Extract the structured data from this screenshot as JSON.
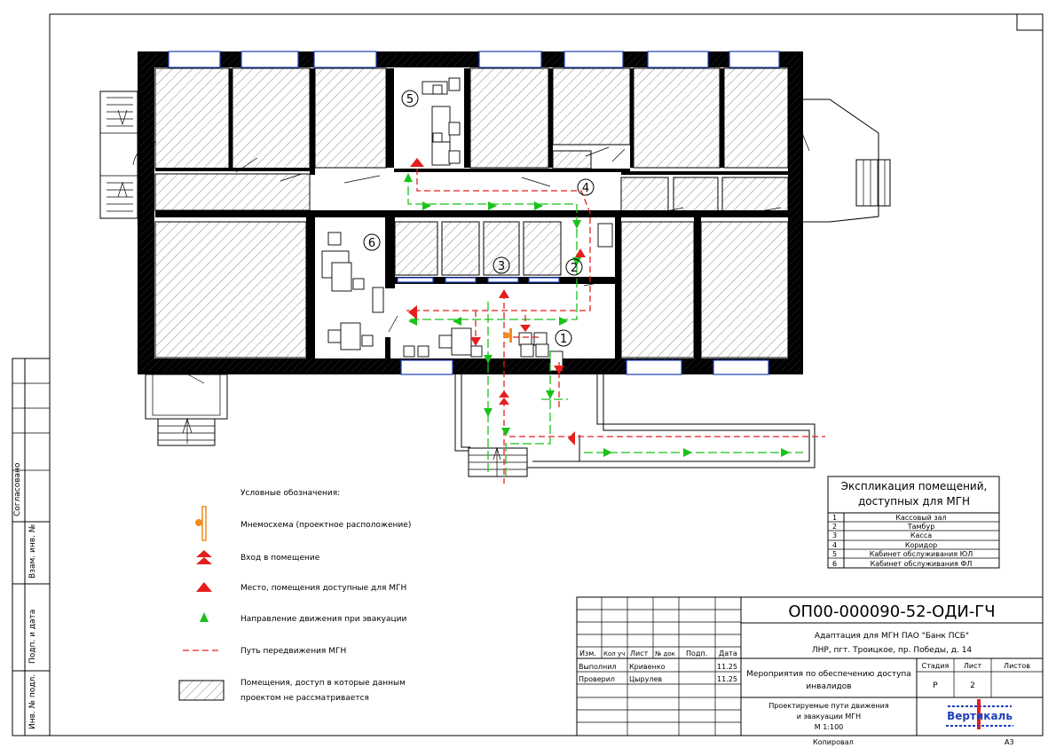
{
  "legend": {
    "title": "Условные обозначения:",
    "items": [
      {
        "label": "Мнемосхема (проектное расположение)"
      },
      {
        "label": "Вход в помещение"
      },
      {
        "label": "Место, помещения доступные для МГН"
      },
      {
        "label": "Направление движения при эвакуации"
      },
      {
        "label": "Путь передвижения МГН"
      },
      {
        "label": "Помещения, доступ в которые данным",
        "label2": "проектом не рассматривается"
      }
    ]
  },
  "explication": {
    "title_line1": "Экспликация помещений,",
    "title_line2": "доступных для МГН",
    "rows": [
      {
        "num": "1",
        "name": "Кассовый зал"
      },
      {
        "num": "2",
        "name": "Тамбур"
      },
      {
        "num": "3",
        "name": "Касса"
      },
      {
        "num": "4",
        "name": "Коридор"
      },
      {
        "num": "5",
        "name": "Кабинет обслуживания ЮЛ"
      },
      {
        "num": "6",
        "name": "Кабинет обслуживания ФЛ"
      }
    ]
  },
  "room_markers": [
    "1",
    "2",
    "3",
    "4",
    "5",
    "6"
  ],
  "side_stamp": {
    "agreed": "Согласовано",
    "inv_replace": "Взам. инв. №",
    "sign_date": "Подп. и дата",
    "inv_orig": "Инв. № подл."
  },
  "title_block": {
    "code": "ОП00-000090-52-ОДИ-ГЧ",
    "project_line1": "Адаптация для МГН ПАО \"Банк ПСБ\"",
    "project_line2": "ЛНР, пгт. Троицкое, пр. Победы, д. 14",
    "headers": {
      "izm": "Изм.",
      "kol": "Кол уч",
      "list": "Лист",
      "ndok": "№ док",
      "podp": "Подп.",
      "data": "Дата"
    },
    "roles": [
      {
        "role": "Выполнил",
        "name": "Кривенко",
        "date": "11.25"
      },
      {
        "role": "Проверил",
        "name": "Цырулев",
        "date": "11.25"
      }
    ],
    "doc_title_line1": "Мероприятия по обеспечению доступа",
    "doc_title_line2": "инвалидов",
    "stage_label": "Стадия",
    "sheet_label": "Лист",
    "sheets_label": "Листов",
    "stage_value": "Р",
    "sheet_value": "2",
    "sheets_value": "",
    "drawing_line1": "Проектируемые пути движения",
    "drawing_line2": "и эвакуации МГН",
    "scale": "М 1:100",
    "company": "Вертикаль",
    "copied": "Копировал",
    "format": "А3"
  },
  "colors": {
    "evacuation": "#19c219",
    "mgn_path": "#e61e1e",
    "window": "#1f3fb8",
    "mnemo": "#f08c1e"
  }
}
